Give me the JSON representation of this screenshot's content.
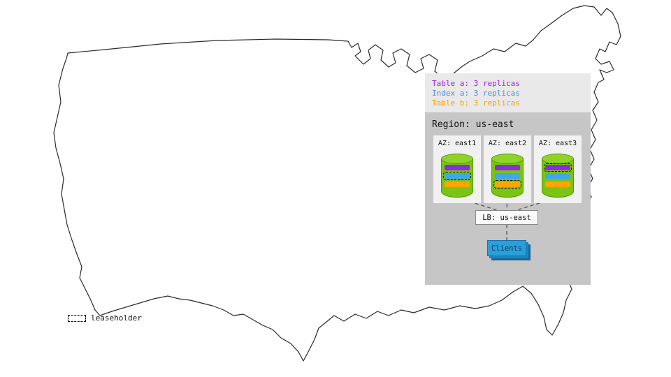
{
  "diagram": {
    "legend": {
      "items": [
        {
          "id": "table-a",
          "label": "Table a: 3 replicas",
          "color": "#a020f0"
        },
        {
          "id": "index-a",
          "label": "Index a: 3 replicas",
          "color": "#4a8fe2"
        },
        {
          "id": "table-b",
          "label": "Table b: 3 replicas",
          "color": "#f5a300"
        }
      ]
    },
    "region": {
      "title": "Region: us-east",
      "azs": [
        {
          "label": "AZ: east1",
          "replicas": [
            "table-a",
            "index-a",
            "table-b"
          ],
          "leaseholder": "index-a"
        },
        {
          "label": "AZ: east2",
          "replicas": [
            "table-a",
            "index-a",
            "table-b"
          ],
          "leaseholder": "table-b"
        },
        {
          "label": "AZ: east3",
          "replicas": [
            "table-a",
            "index-a",
            "table-b"
          ],
          "leaseholder": "table-a"
        }
      ],
      "load_balancer": {
        "label": "LB: us-east"
      },
      "clients": {
        "label": "Clients"
      }
    }
  },
  "map_legend": {
    "leaseholder_label": "leaseholder"
  },
  "colors": {
    "replica_table_a": "#8a2be2",
    "replica_index_a": "#3fa6f0",
    "replica_table_b": "#ffa500",
    "cylinder_green": "#79c414",
    "region_bg": "#c6c6c6",
    "legend_panel_bg": "#e9e9e9",
    "clients_blue": "#2a9fdb"
  }
}
